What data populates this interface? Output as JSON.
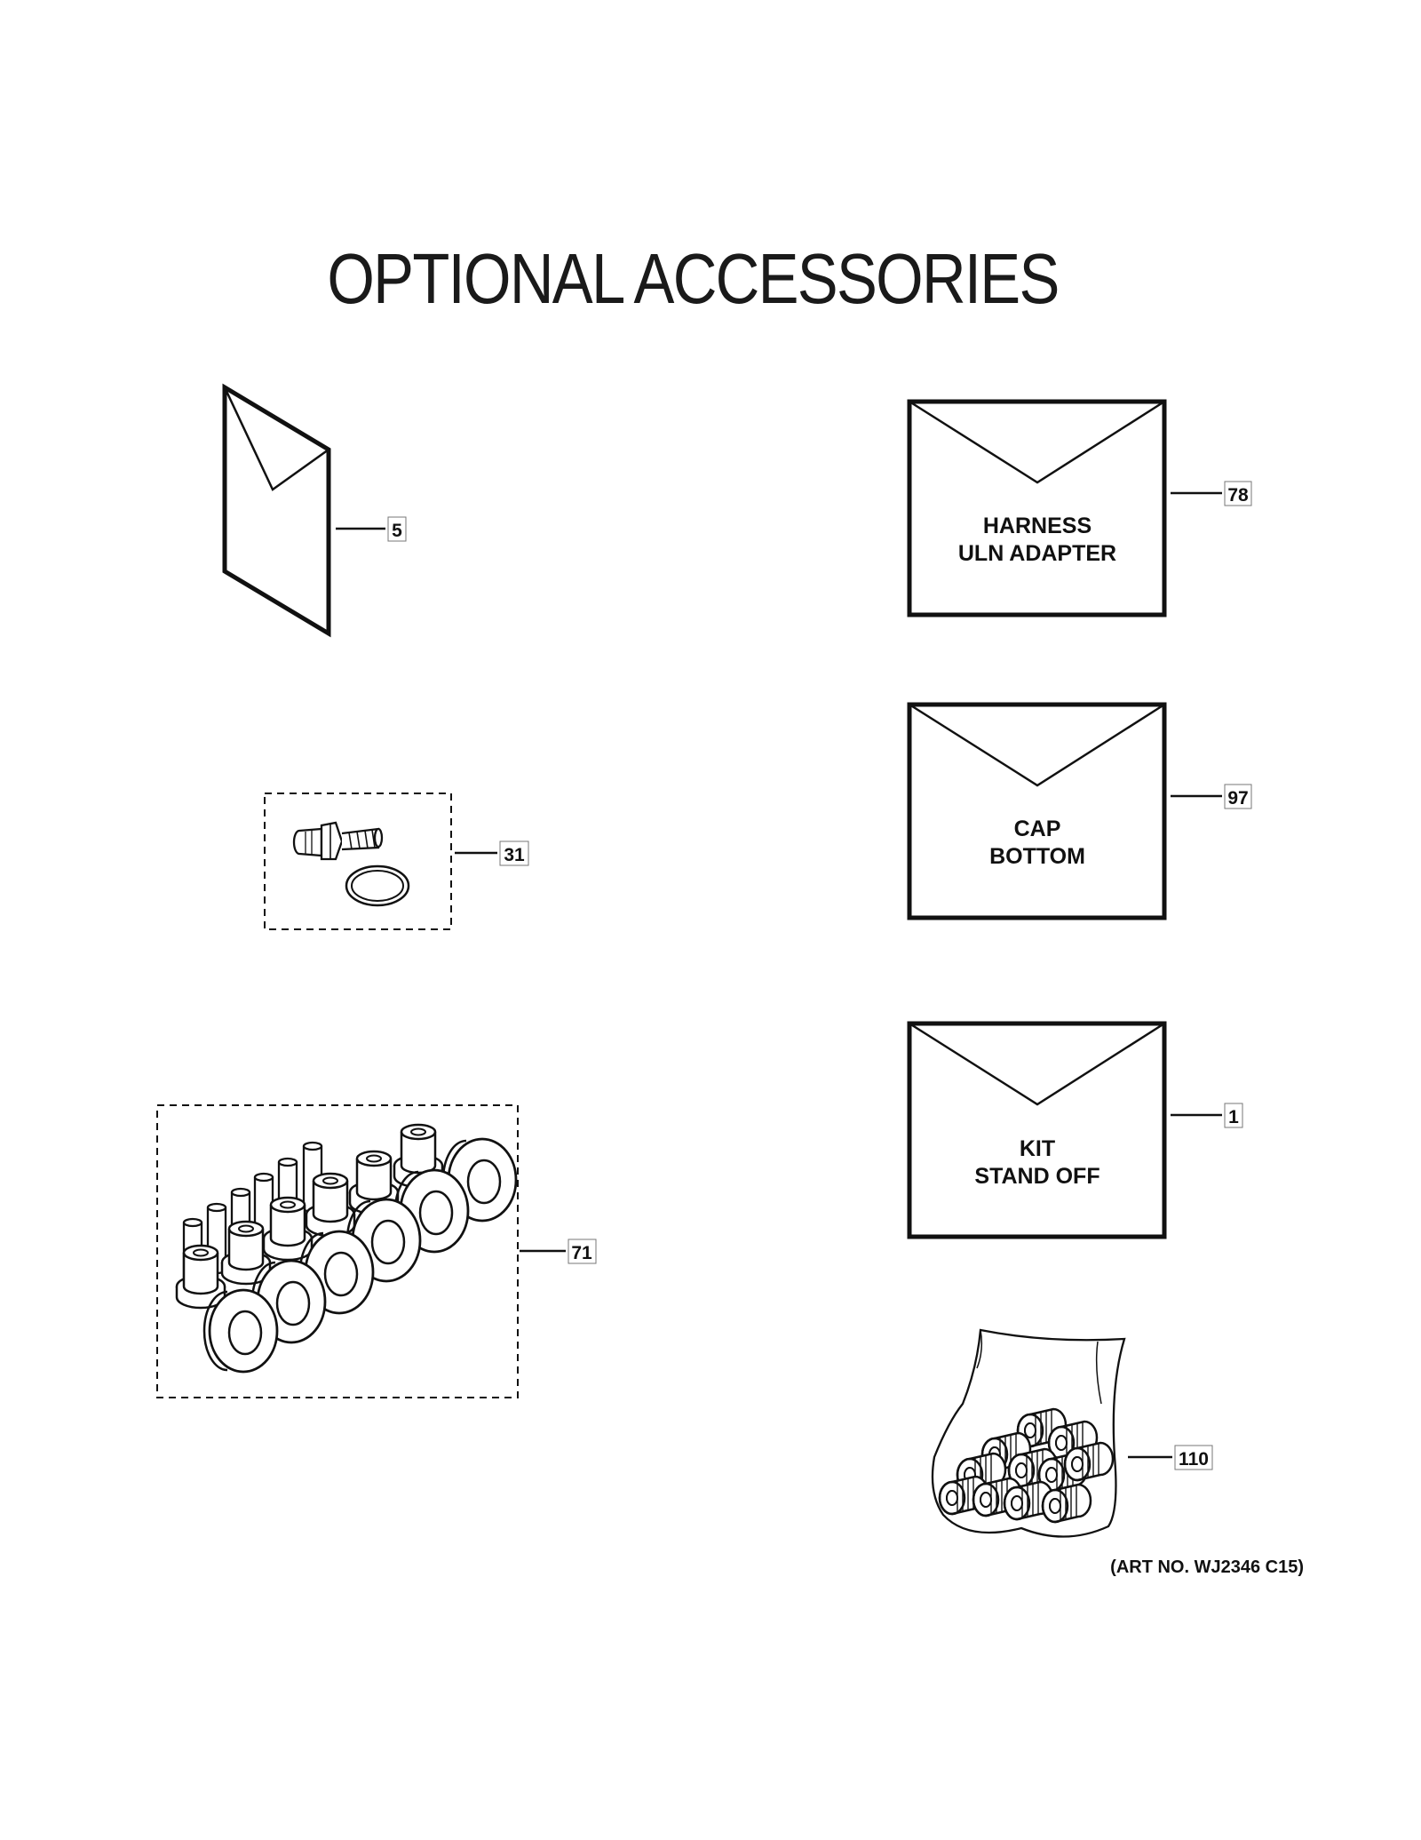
{
  "title": "OPTIONAL ACCESSORIES",
  "callouts": {
    "c5": "5",
    "c31": "31",
    "c71": "71",
    "c78": "78",
    "c97": "97",
    "c1": "1",
    "c110": "110"
  },
  "envelopes": {
    "harness": {
      "line1": "HARNESS",
      "line2": "ULN ADAPTER"
    },
    "cap": {
      "line1": "CAP",
      "line2": "BOTTOM"
    },
    "kit": {
      "line1": "KIT",
      "line2": "STAND OFF"
    }
  },
  "art_number": "(ART NO. WJ2346 C15)"
}
